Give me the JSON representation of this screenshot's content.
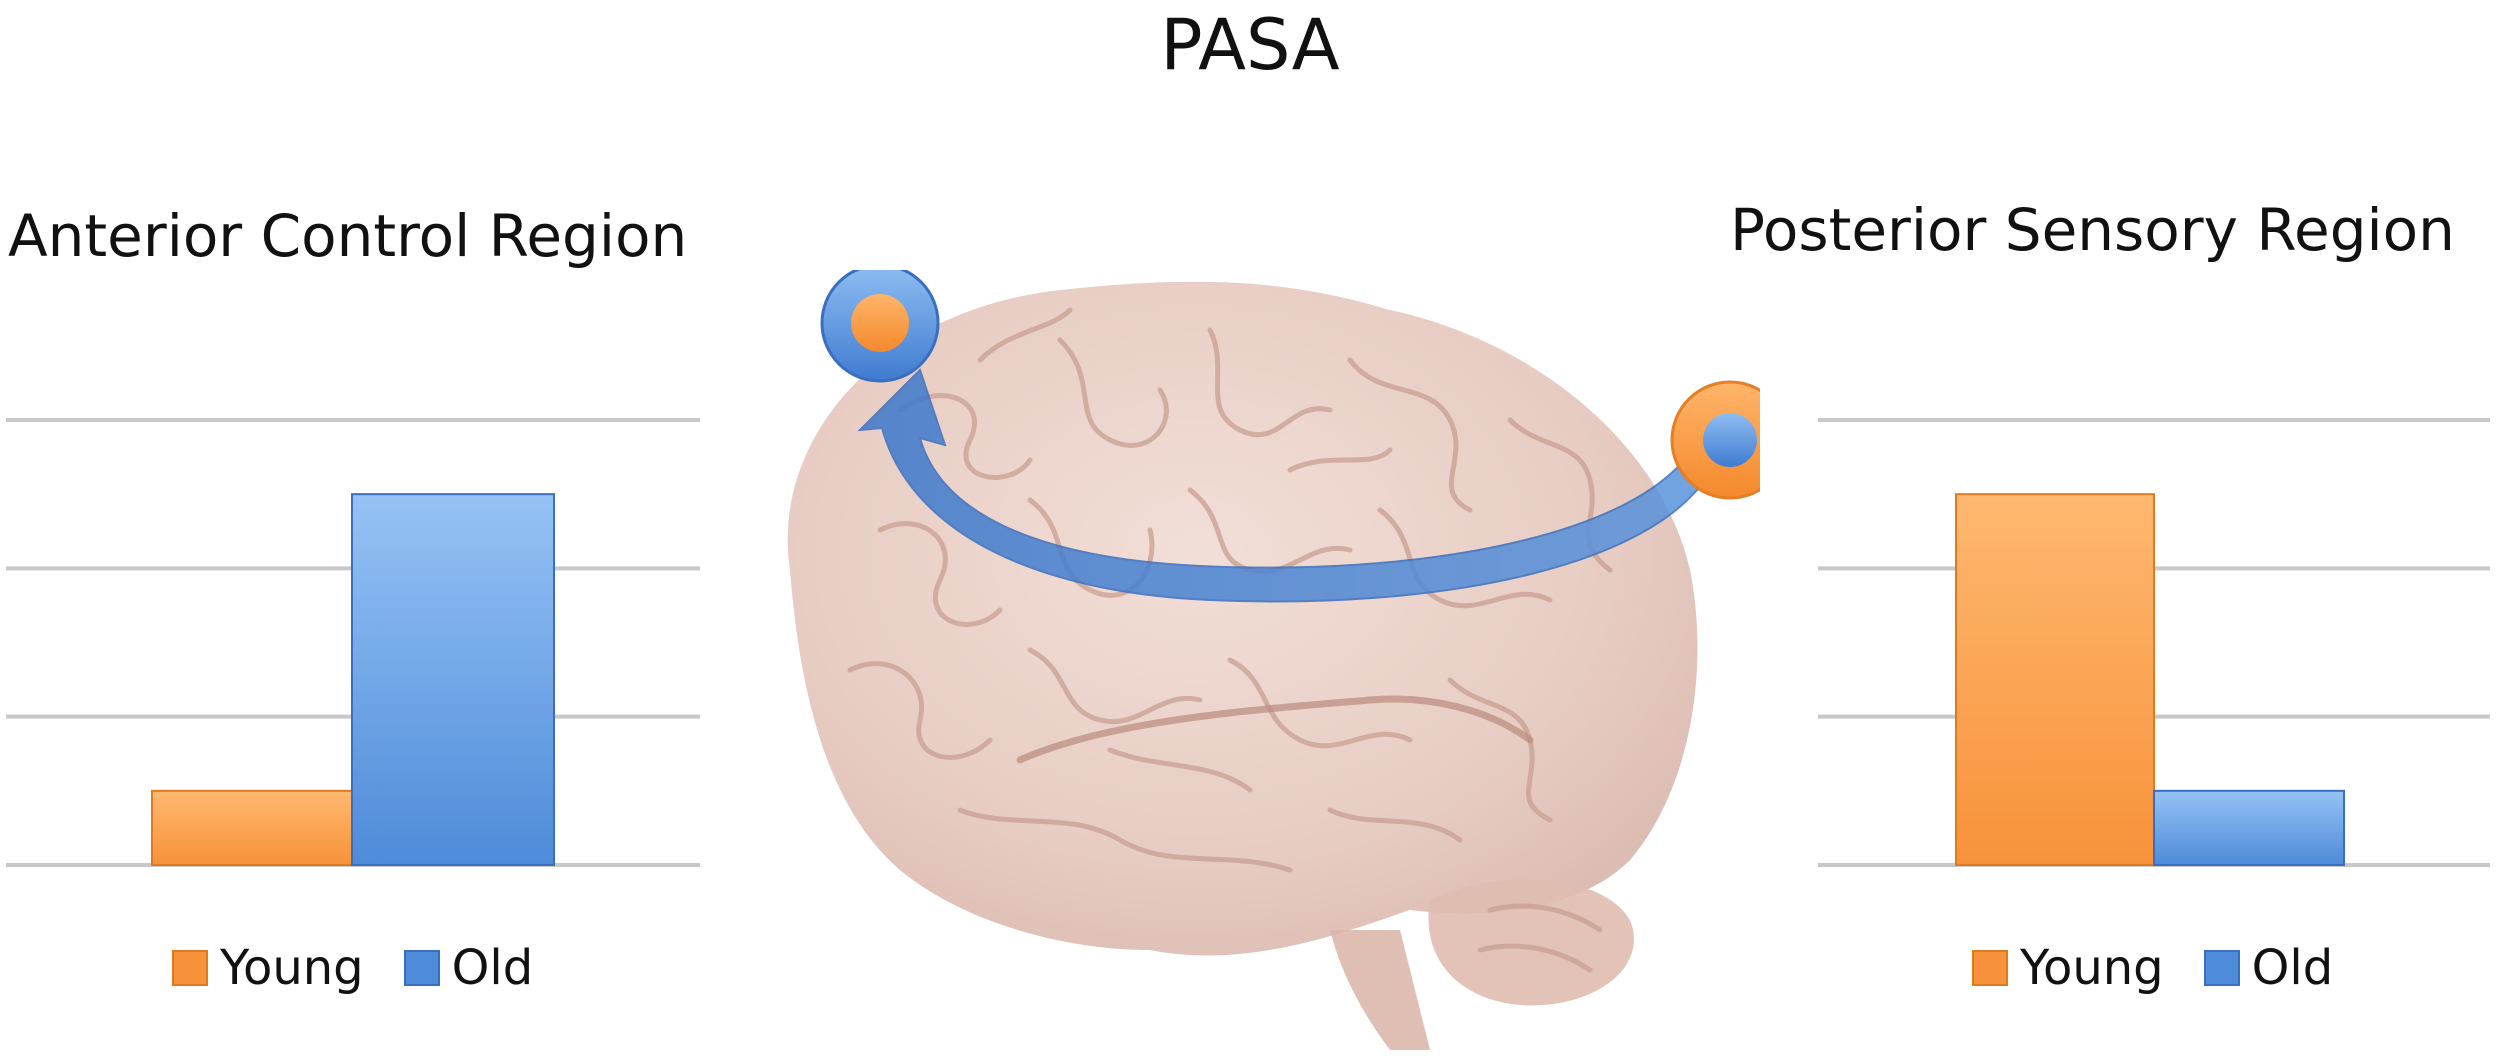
{
  "title": "PASA",
  "colors": {
    "young": "#F7923A",
    "old": "#4E8BD9",
    "brain": "#E6C9BF",
    "gridline": "#c8c8c8"
  },
  "chart_data": [
    {
      "type": "bar",
      "title": "Anterior Control Region",
      "categories": [
        ""
      ],
      "series": [
        {
          "name": "Young",
          "values": [
            1
          ]
        },
        {
          "name": "Old",
          "values": [
            5
          ]
        }
      ],
      "ylim": [
        0,
        6
      ],
      "grid": true,
      "legend": "bottom"
    },
    {
      "type": "bar",
      "title": "Posterior Sensory Region",
      "categories": [
        ""
      ],
      "series": [
        {
          "name": "Young",
          "values": [
            5
          ]
        },
        {
          "name": "Old",
          "values": [
            1
          ]
        }
      ],
      "ylim": [
        0,
        6
      ],
      "grid": true,
      "legend": "bottom"
    }
  ],
  "diagram": {
    "brain_image": "brain-illustration",
    "markers": [
      {
        "name": "anterior-node",
        "outer": "old",
        "inner": "young"
      },
      {
        "name": "posterior-node",
        "outer": "young",
        "inner": "old"
      }
    ],
    "arrow": {
      "from": "posterior-node",
      "to": "anterior-node"
    }
  }
}
